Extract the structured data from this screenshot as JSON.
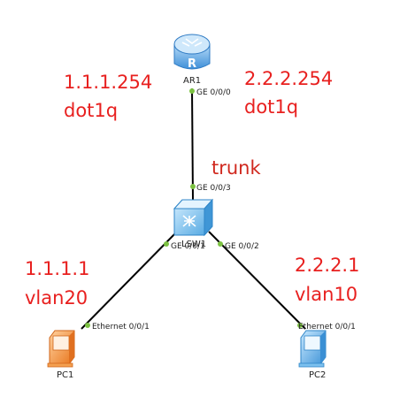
{
  "devices": {
    "router": {
      "label": "AR1"
    },
    "switch": {
      "label": "LSW1"
    },
    "pc1": {
      "label": "PC1"
    },
    "pc2": {
      "label": "PC2"
    }
  },
  "ports": {
    "ar1_ge000": "GE 0/0/0",
    "sw_ge003": "GE 0/0/3",
    "sw_ge001": "GE 0/0/1",
    "sw_ge002": "GE 0/0/2",
    "pc1_eth": "Ethernet 0/0/1",
    "pc2_eth": "Ethernet 0/0/1"
  },
  "annotations": {
    "left_ip": "1.1.1.254",
    "left_encap": "dot1q",
    "right_ip": "2.2.2.254",
    "right_encap": "dot1q",
    "trunk": "trunk",
    "pc1_ip": "1.1.1.1",
    "pc1_vlan": "vlan20",
    "pc2_ip": "2.2.2.1",
    "pc2_vlan": "vlan10"
  },
  "colors": {
    "annotation_red": "#e8201f",
    "annotation_dark": "#d0281e",
    "link": "#000000",
    "port_dot": "#7cc242",
    "router_blue": "#5aa6e8",
    "switch_blue": "#6ab8ea",
    "pc_orange": "#f08a2c",
    "pc_blue": "#4aa3e0"
  },
  "icons": {
    "router": "router-icon",
    "switch": "switch-icon",
    "pc1": "pc-icon",
    "pc2": "pc-icon"
  }
}
